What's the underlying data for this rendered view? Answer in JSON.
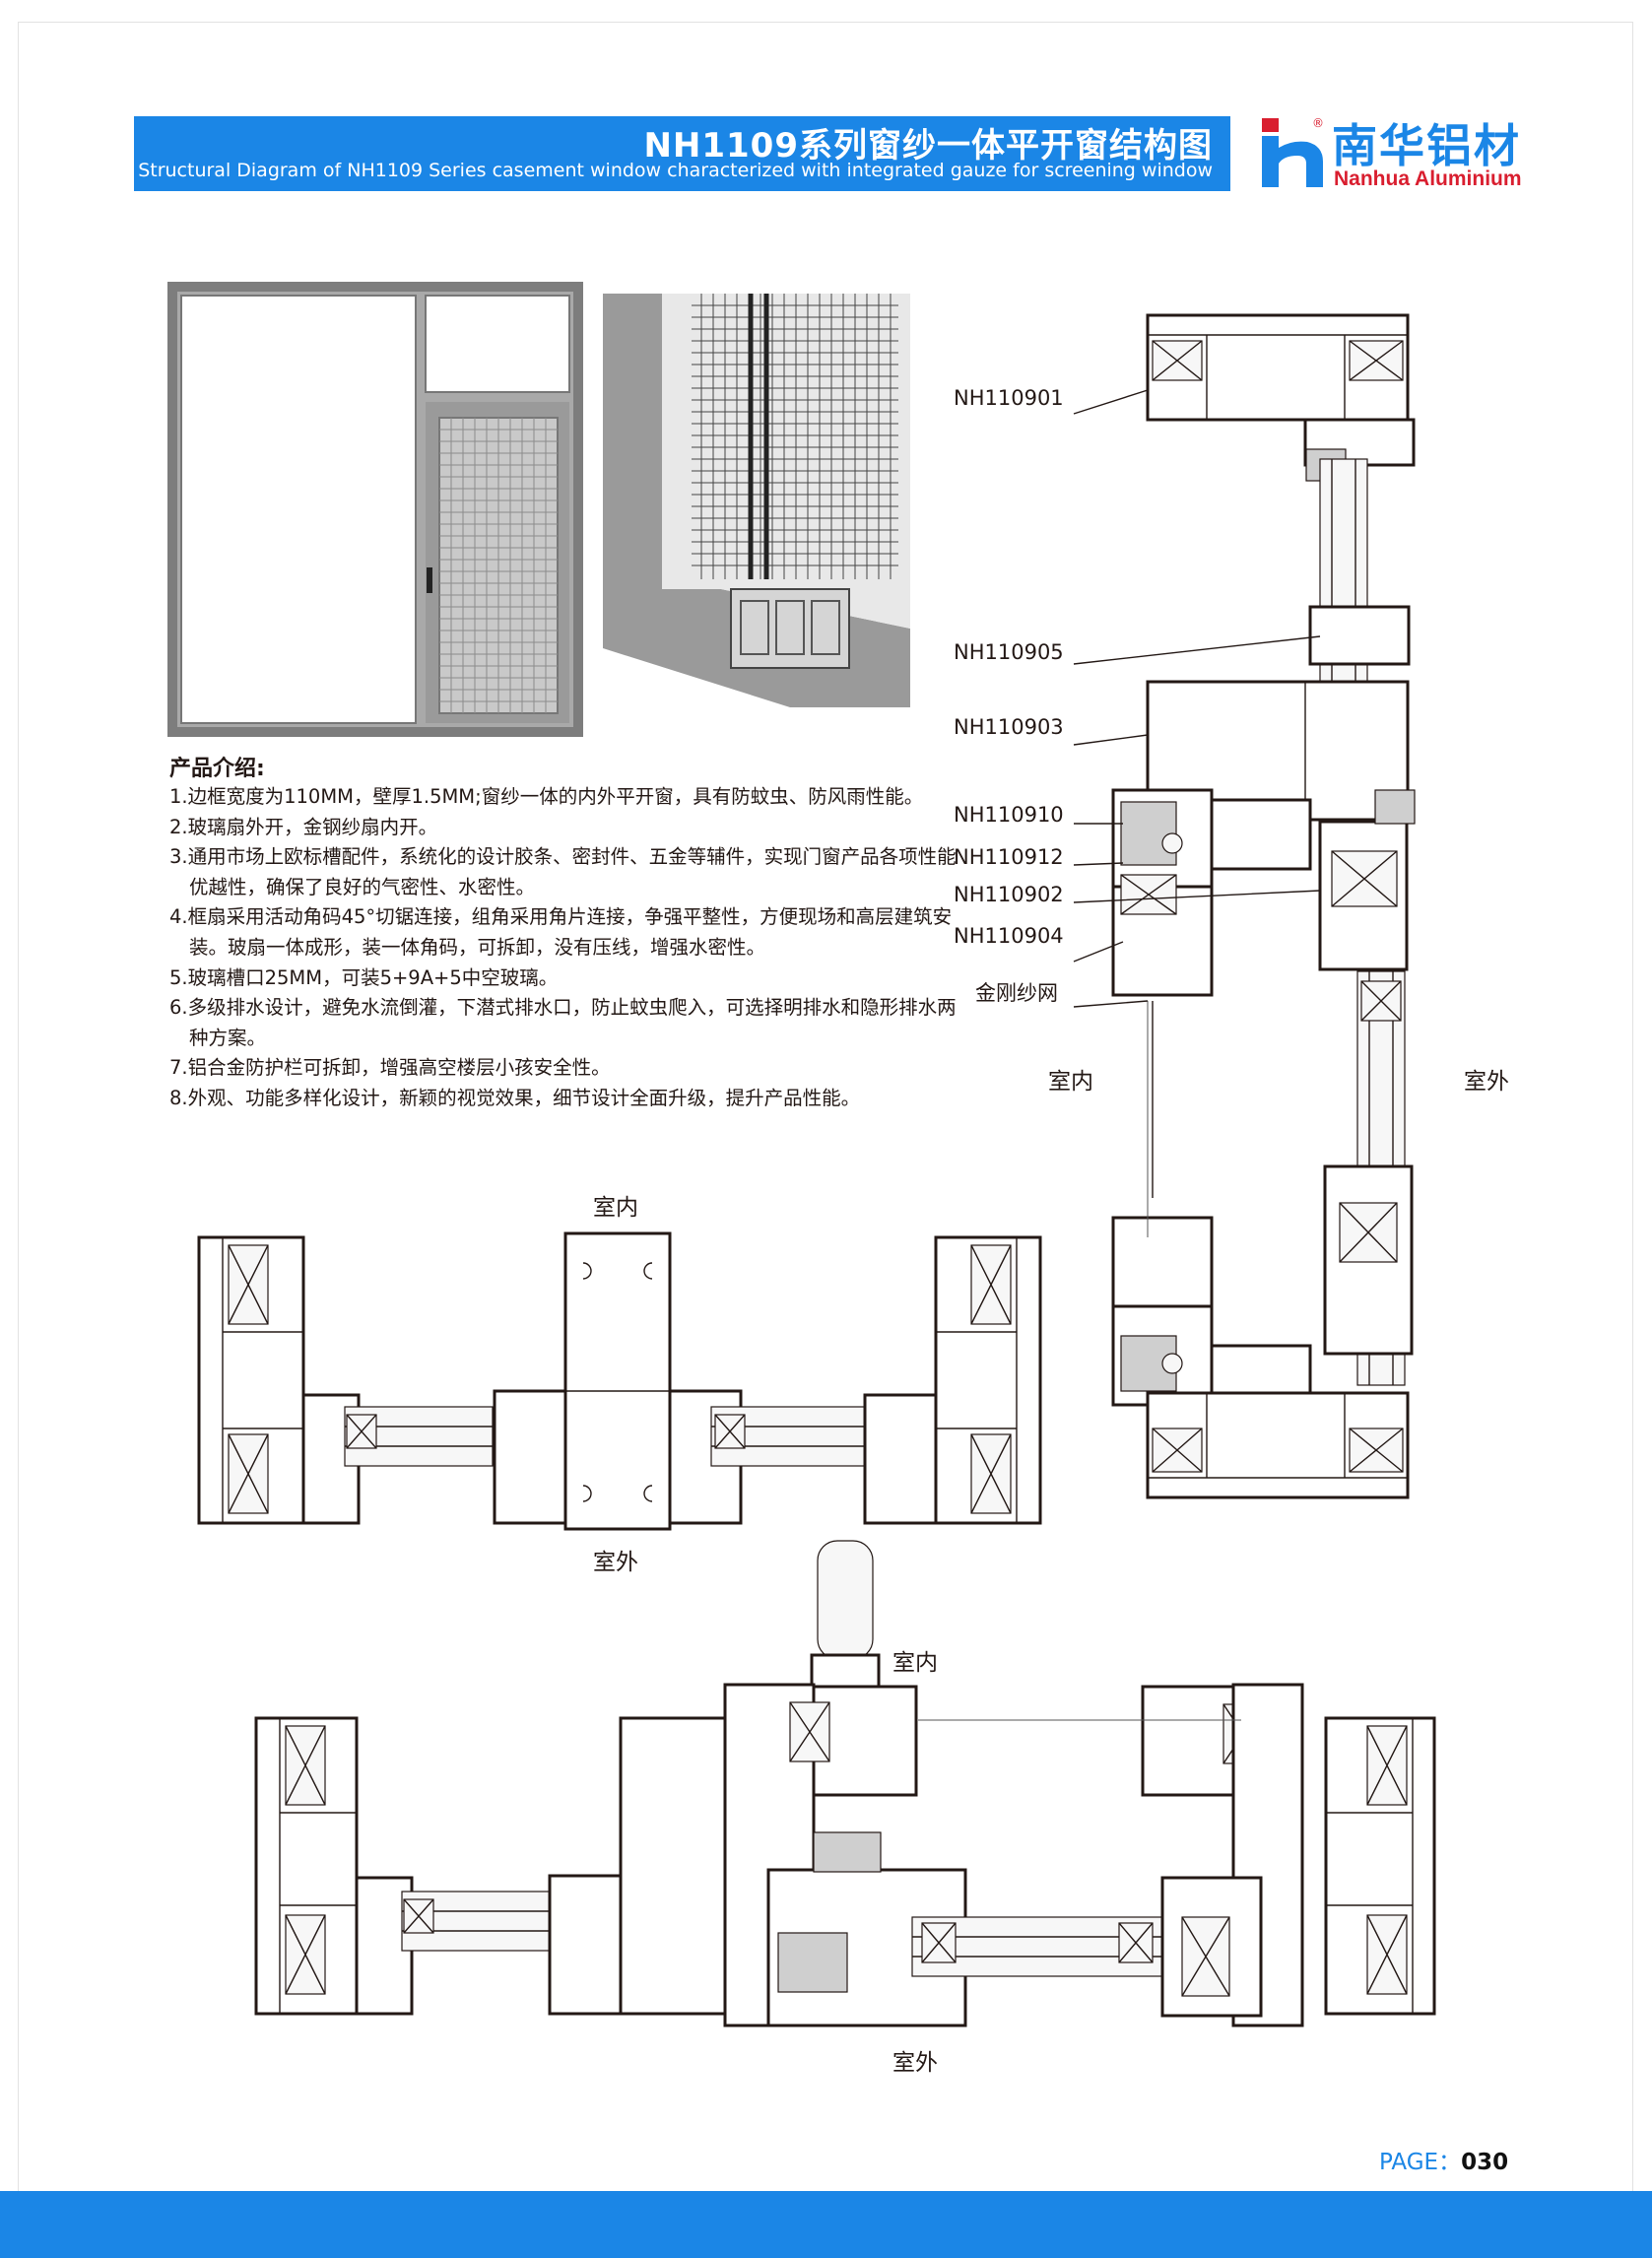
{
  "header": {
    "title_cn": "NH1109系列窗纱一体平开窗结构图",
    "title_en": "Structural Diagram of NH1109 Series casement window characterized with integrated gauze for screening window"
  },
  "brand": {
    "name_cn": "南华铝材",
    "name_en": "Nanhua Aluminium",
    "reg_mark": "®",
    "primary_color": "#1b86e6",
    "accent_color": "#d91e2f"
  },
  "intro": {
    "heading": "产品介绍:",
    "items": [
      "1.边框宽度为110MM，壁厚1.5MM;窗纱一体的内外平开窗，具有防蚊虫、防风雨性能。",
      "2.玻璃扇外开，金钢纱扇内开。",
      "3.通用市场上欧标槽配件，系统化的设计胶条、密封件、五金等辅件，实现门窗产品各项性能优越性，确保了良好的气密性、水密性。",
      "4.框扇采用活动角码45°切锯连接，组角采用角片连接，争强平整性，方便现场和高层建筑安装。玻扇一体成形，装一体角码，可拆卸，没有压线，增强水密性。",
      "5.玻璃槽口25MM，可装5+9A+5中空玻璃。",
      "6.多级排水设计，避免水流倒灌，下潜式排水口，防止蚊虫爬入，可选择明排水和隐形排水两种方案。",
      "7.铝合金防护栏可拆卸，增强高空楼层小孩安全性。",
      "8.外观、功能多样化设计，新颖的视觉效果，细节设计全面升级，提升产品性能。"
    ]
  },
  "callouts": [
    "NH110901",
    "NH110905",
    "NH110903",
    "NH110910",
    "NH110912",
    "NH110902",
    "NH110904",
    "金刚纱网"
  ],
  "labels": {
    "indoor": "室内",
    "outdoor": "室外"
  },
  "footer": {
    "page_label": "PAGE：",
    "page_number": "030"
  }
}
